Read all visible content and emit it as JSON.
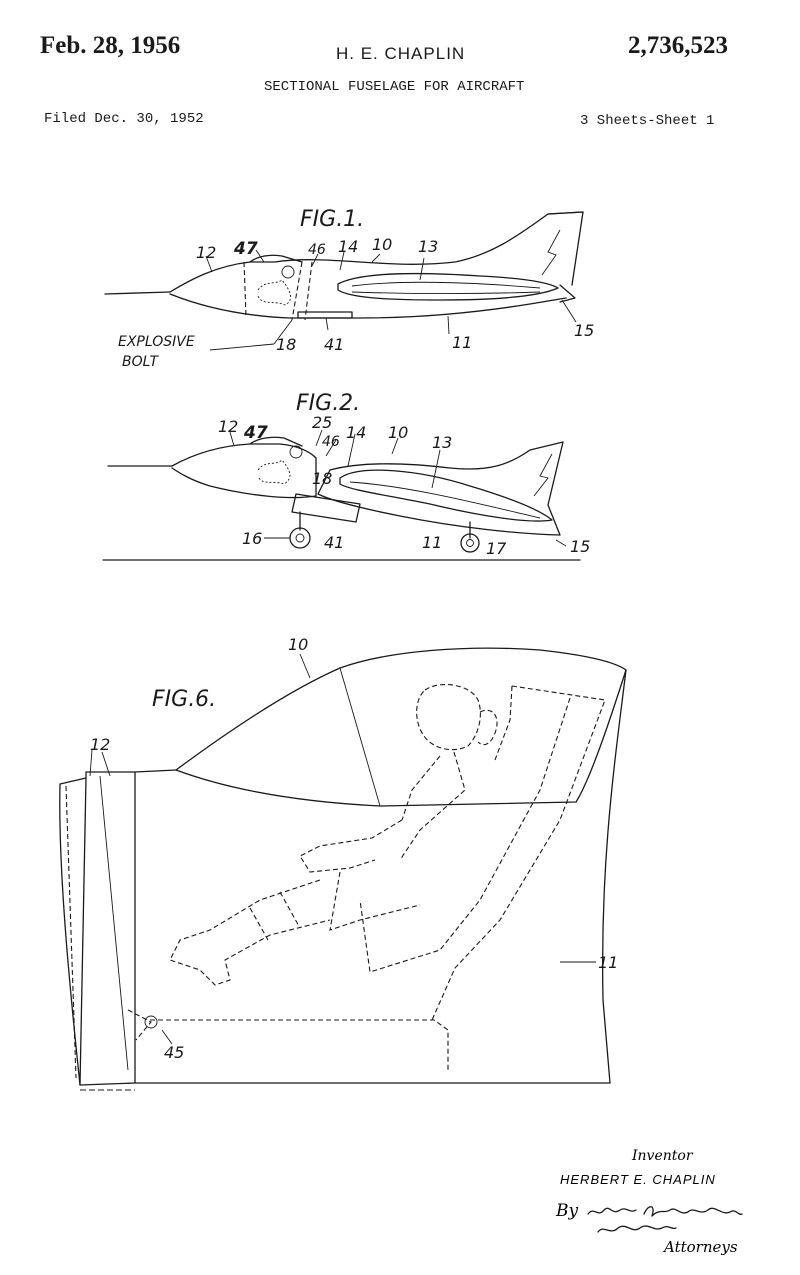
{
  "header": {
    "date": "Feb. 28, 1956",
    "inventor_name": "H. E. CHAPLIN",
    "patent_number": "2,736,523",
    "title": "SECTIONAL FUSELAGE FOR AIRCRAFT",
    "filed": "Filed Dec. 30, 1952",
    "sheets": "3 Sheets-Sheet 1"
  },
  "figures": {
    "fig1": {
      "title": "FIG.1.",
      "labels": [
        "12",
        "47",
        "46",
        "14",
        "10",
        "13",
        "15",
        "11",
        "41",
        "18"
      ],
      "annotation_line1": "EXPLOSIVE",
      "annotation_line2": "BOLT"
    },
    "fig2": {
      "title": "FIG.2.",
      "labels": [
        "12",
        "47",
        "25",
        "46",
        "14",
        "10",
        "13",
        "18",
        "16",
        "41",
        "11",
        "17",
        "15"
      ]
    },
    "fig6": {
      "title": "FIG.6.",
      "labels": [
        "10",
        "12",
        "11",
        "45"
      ]
    }
  },
  "footer": {
    "inventor_heading": "Inventor",
    "inventor_full": "HERBERT E. CHAPLIN",
    "by": "By",
    "attorneys": "Attorneys"
  }
}
